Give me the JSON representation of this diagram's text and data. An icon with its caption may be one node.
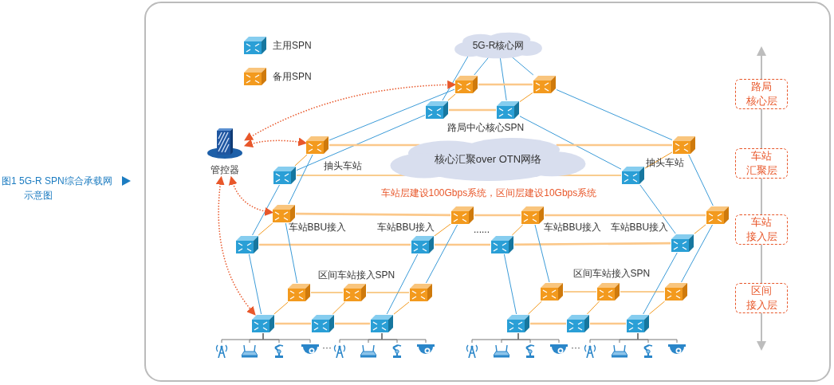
{
  "diagram": {
    "caption": "图1 5G-R SPN综合承载网示意图",
    "nodes": [
      {
        "text": [
          "5G-R核心网"
        ]
      },
      {
        "text": [],
        "shape": "box"
      },
      {
        "text": [],
        "shape": "box"
      },
      {
        "text": [],
        "shape": "box"
      },
      {
        "text": [],
        "shape": "box"
      },
      {
        "text": [
          "管控器"
        ]
      },
      {
        "text": [
          "核心汇聚over OTN网络"
        ]
      },
      {
        "text": [],
        "shape": "box",
        "beside": [
          "抽头车站"
        ]
      },
      {
        "text": [],
        "shape": "box"
      },
      {
        "text": [],
        "shape": "box",
        "beside": [
          "抽头车站"
        ]
      },
      {
        "text": [],
        "shape": "box"
      },
      {
        "text": [],
        "shape": "box"
      },
      {
        "text": [],
        "shape": "box"
      },
      {
        "text": [],
        "shape": "box"
      },
      {
        "text": [],
        "shape": "box"
      },
      {
        "text": [],
        "shape": "box"
      },
      {
        "text": [],
        "shape": "box"
      },
      {
        "text": [],
        "shape": "box"
      },
      {
        "text": [],
        "shape": "box"
      },
      {
        "text": [],
        "shape": "box"
      },
      {
        "text": [],
        "shape": "box"
      },
      {
        "text": [],
        "shape": "box"
      },
      {
        "text": [],
        "shape": "box"
      },
      {
        "text": [],
        "shape": "box"
      },
      {
        "text": [],
        "shape": "box"
      },
      {
        "text": [],
        "shape": "box"
      },
      {
        "text": [],
        "shape": "box"
      },
      {
        "text": [],
        "shape": "box"
      },
      {
        "text": [],
        "shape": "box"
      },
      {
        "text": [],
        "shape": "box"
      },
      {
        "text": [],
        "shape": "box"
      },
      {
        "text": [
          "路局核心层"
        ]
      },
      {
        "text": [
          "车站汇聚层"
        ]
      },
      {
        "text": [
          "车站接入层"
        ]
      },
      {
        "text": [
          "区间接入层"
        ]
      },
      {
        "text": [],
        "shape": "picture"
      },
      {
        "text": [],
        "shape": "picture"
      },
      {
        "text": [],
        "shape": "picture"
      },
      {
        "text": [],
        "shape": "picture"
      },
      {
        "text": [],
        "shape": "picture"
      },
      {
        "text": [],
        "shape": "picture"
      },
      {
        "text": [],
        "shape": "picture"
      },
      {
        "text": [],
        "shape": "picture"
      },
      {
        "text": [],
        "shape": "picture"
      },
      {
        "text": [],
        "shape": "picture"
      },
      {
        "text": [],
        "shape": "picture"
      },
      {
        "text": [],
        "shape": "picture"
      },
      {
        "text": [],
        "shape": "picture"
      },
      {
        "text": [],
        "shape": "picture"
      },
      {
        "text": [],
        "shape": "picture"
      },
      {
        "text": [],
        "shape": "picture"
      }
    ],
    "edges": [
      {
        "from": 0,
        "to": 1,
        "arrow": "none"
      },
      {
        "from": 0,
        "to": 3,
        "arrow": "none"
      },
      {
        "from": 0,
        "to": 2,
        "arrow": "none"
      },
      {
        "from": 0,
        "to": 4,
        "arrow": "none"
      },
      {
        "from": 1,
        "to": 2,
        "arrow": "none",
        "style": "thick",
        "color": "#fbc88a"
      },
      {
        "from": 3,
        "to": 4,
        "arrow": "none",
        "style": "thick",
        "color": "#fbc88a"
      },
      {
        "from": 1,
        "to": 3,
        "arrow": "none",
        "color": "#f39a1e"
      },
      {
        "from": 2,
        "to": 4,
        "arrow": "none",
        "color": "#f39a1e"
      },
      {
        "from": 1,
        "to": 7,
        "arrow": "none"
      },
      {
        "from": 3,
        "to": 8,
        "arrow": "none"
      },
      {
        "from": 2,
        "to": 9,
        "arrow": "none"
      },
      {
        "from": 4,
        "to": 10,
        "arrow": "none"
      },
      {
        "from": 7,
        "to": 6,
        "arrow": "none",
        "style": "thick",
        "color": "#fbc88a"
      },
      {
        "from": 6,
        "to": 9,
        "arrow": "none",
        "style": "thick",
        "color": "#fbc88a"
      },
      {
        "from": 8,
        "to": 6,
        "arrow": "none",
        "color": "#f39a1e"
      },
      {
        "from": 6,
        "to": 10,
        "arrow": "none",
        "color": "#f39a1e"
      },
      {
        "from": 7,
        "to": 8,
        "arrow": "none",
        "color": "#f39a1e"
      },
      {
        "from": 9,
        "to": 10,
        "arrow": "none",
        "color": "#f39a1e"
      },
      {
        "from": 7,
        "to": 11,
        "arrow": "none"
      },
      {
        "from": 8,
        "to": 15,
        "arrow": "none"
      },
      {
        "from": 9,
        "to": 14,
        "arrow": "none"
      },
      {
        "from": 10,
        "to": 18,
        "arrow": "none"
      },
      {
        "from": 11,
        "to": 12,
        "arrow": "none",
        "style": "thick",
        "color": "#fbc88a"
      },
      {
        "from": 12,
        "to": 13,
        "arrow": "none",
        "style": "thick",
        "color": "#fbc88a"
      },
      {
        "from": 13,
        "to": 14,
        "arrow": "none",
        "style": "thick",
        "color": "#fbc88a"
      },
      {
        "from": 15,
        "to": 16,
        "arrow": "none",
        "style": "thick",
        "color": "#fbc88a"
      },
      {
        "from": 16,
        "to": 17,
        "arrow": "none",
        "style": "thick",
        "color": "#fbc88a"
      },
      {
        "from": 17,
        "to": 18,
        "arrow": "none",
        "style": "thick",
        "color": "#fbc88a"
      },
      {
        "from": 11,
        "to": 15,
        "arrow": "none",
        "color": "#f39a1e"
      },
      {
        "from": 12,
        "to": 16,
        "arrow": "none",
        "color": "#f39a1e"
      },
      {
        "from": 13,
        "to": 17,
        "arrow": "none",
        "color": "#f39a1e"
      },
      {
        "from": 14,
        "to": 18,
        "arrow": "none",
        "color": "#f39a1e"
      },
      {
        "from": 15,
        "to": 25,
        "arrow": "none"
      },
      {
        "from": 11,
        "to": 19,
        "arrow": "none"
      },
      {
        "from": 12,
        "to": 21,
        "arrow": "none"
      },
      {
        "from": 16,
        "to": 27,
        "arrow": "none"
      },
      {
        "from": 17,
        "to": 28,
        "arrow": "none"
      },
      {
        "from": 13,
        "to": 22,
        "arrow": "none"
      },
      {
        "from": 18,
        "to": 30,
        "arrow": "none"
      },
      {
        "from": 14,
        "to": 24,
        "arrow": "none"
      },
      {
        "from": 19,
        "to": 20,
        "arrow": "none",
        "color": "#f39a1e"
      },
      {
        "from": 20,
        "to": 21,
        "arrow": "none",
        "color": "#f39a1e"
      },
      {
        "from": 22,
        "to": 23,
        "arrow": "none",
        "color": "#f39a1e"
      },
      {
        "from": 23,
        "to": 24,
        "arrow": "none",
        "color": "#f39a1e"
      },
      {
        "from": 25,
        "to": 26,
        "arrow": "none",
        "style": "thick",
        "color": "#fbc88a"
      },
      {
        "from": 26,
        "to": 27,
        "arrow": "none",
        "style": "thick",
        "color": "#fbc88a"
      },
      {
        "from": 28,
        "to": 29,
        "arrow": "none",
        "style": "thick",
        "color": "#fbc88a"
      },
      {
        "from": 29,
        "to": 30,
        "arrow": "none",
        "style": "thick",
        "color": "#fbc88a"
      },
      {
        "from": 25,
        "to": 19,
        "arrow": "none",
        "color": "#f39a1e"
      },
      {
        "from": 26,
        "to": 20,
        "arrow": "none",
        "color": "#f39a1e"
      },
      {
        "from": 27,
        "to": 21,
        "arrow": "none",
        "color": "#f39a1e"
      },
      {
        "from": 28,
        "to": 22,
        "arrow": "none",
        "color": "#f39a1e"
      },
      {
        "from": 29,
        "to": 23,
        "arrow": "none",
        "color": "#f39a1e"
      },
      {
        "from": 30,
        "to": 24,
        "arrow": "none",
        "color": "#f39a1e"
      },
      {
        "from": 5,
        "to": 1,
        "arrow": "both",
        "style": "dashed",
        "color": "#e8572a"
      },
      {
        "from": 5,
        "to": 7,
        "arrow": "both",
        "style": "dashed",
        "color": "#e8572a"
      },
      {
        "from": 5,
        "to": 11,
        "arrow": "both",
        "style": "dashed",
        "color": "#e8572a"
      },
      {
        "from": 5,
        "to": 25,
        "arrow": "both",
        "style": "dashed",
        "color": "#e8572a"
      },
      {
        "from": 25,
        "to": 35,
        "arrow": "none",
        "color": "#777777"
      },
      {
        "from": 25,
        "to": 36,
        "arrow": "none",
        "color": "#777777"
      },
      {
        "from": 25,
        "to": 37,
        "arrow": "none",
        "color": "#777777"
      },
      {
        "from": 25,
        "to": 38,
        "arrow": "none",
        "color": "#777777"
      },
      {
        "from": 27,
        "to": 39,
        "arrow": "none",
        "color": "#777777"
      },
      {
        "from": 27,
        "to": 40,
        "arrow": "none",
        "color": "#777777"
      },
      {
        "from": 27,
        "to": 41,
        "arrow": "none",
        "color": "#777777"
      },
      {
        "from": 27,
        "to": 42,
        "arrow": "none",
        "color": "#777777"
      },
      {
        "from": 28,
        "to": 43,
        "arrow": "none",
        "color": "#777777"
      },
      {
        "from": 28,
        "to": 44,
        "arrow": "none",
        "color": "#777777"
      },
      {
        "from": 28,
        "to": 45,
        "arrow": "none",
        "color": "#777777"
      },
      {
        "from": 28,
        "to": 46,
        "arrow": "none",
        "color": "#777777"
      },
      {
        "from": 30,
        "to": 47,
        "arrow": "none",
        "color": "#777777"
      },
      {
        "from": 30,
        "to": 48,
        "arrow": "none",
        "color": "#777777"
      },
      {
        "from": 30,
        "to": 49,
        "arrow": "none",
        "color": "#777777"
      },
      {
        "from": 30,
        "to": 50,
        "arrow": "none",
        "color": "#777777"
      }
    ],
    "labels": [
      "路局中心核心SPN",
      "车站层建设100Gbps系统，区间层建设10Gbps系统",
      "车站BBU接入",
      "车站BBU接入",
      "......",
      "车站BBU接入",
      "车站BBU接入",
      "区间车站接入SPN",
      "区间车站接入SPN",
      "···",
      "···"
    ],
    "legend": [
      {
        "text": "主用SPN"
      },
      {
        "text": "备用SPN"
      }
    ]
  }
}
